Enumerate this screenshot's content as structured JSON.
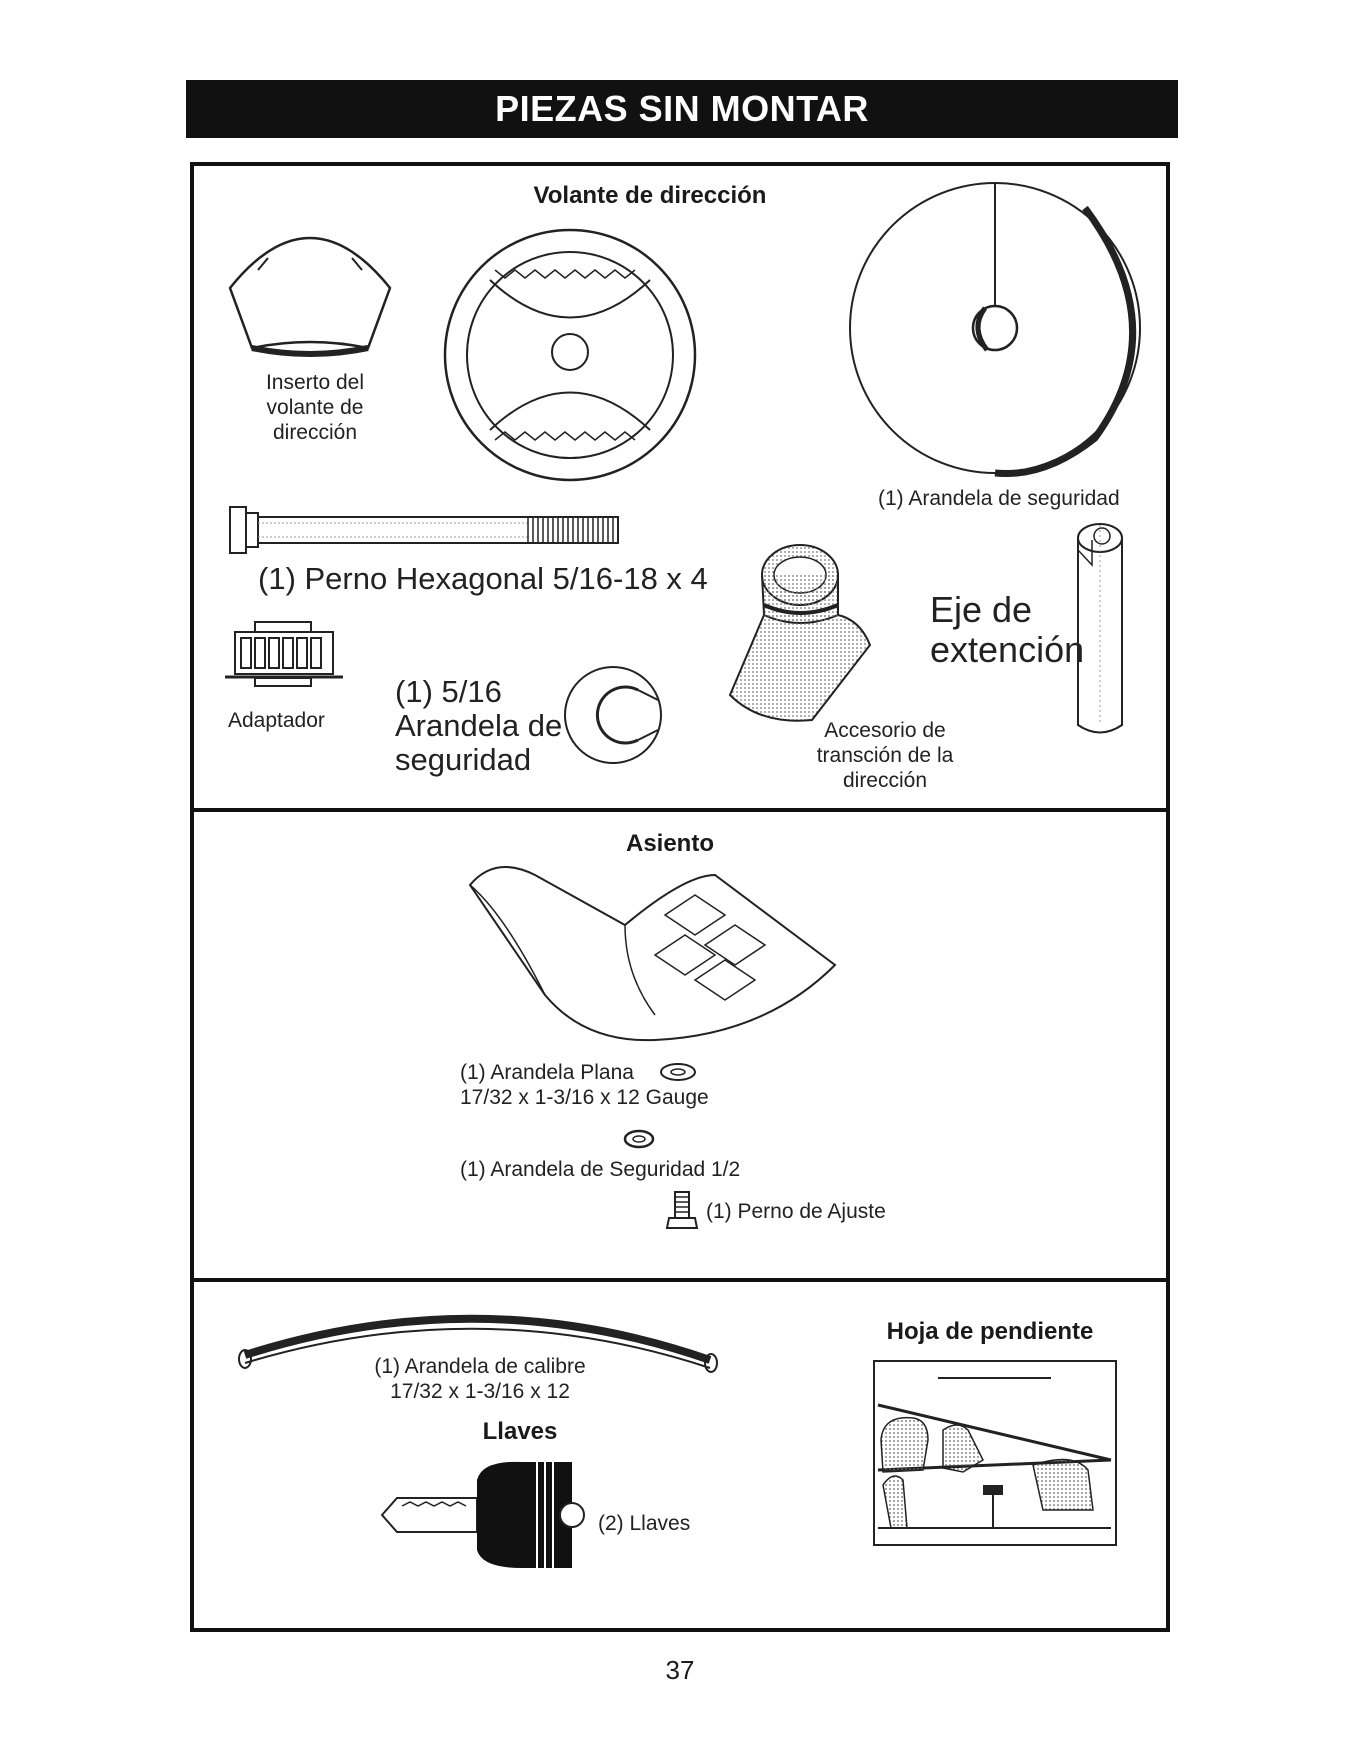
{
  "banner_title": "PIEZAS SIN MONTAR",
  "section1": {
    "title": "Volante de dirección",
    "insert_label": [
      "Inserto del",
      "volante de",
      "dirección"
    ],
    "washer_top_label": "(1) Arandela de seguridad",
    "bolt_label": "(1) Perno Hexagonal 5/16-18 x 4",
    "adapter_label": "Adaptador",
    "lock_washer_label": [
      "(1) 5/16",
      "Arandela de",
      "seguridad"
    ],
    "transition_label": [
      "Accesorio de",
      "transción de la",
      "dirección"
    ],
    "shaft_label": [
      "Eje de",
      "extención"
    ]
  },
  "section2": {
    "title": "Asiento",
    "flat_washer_label": [
      "(1) Arandela Plana",
      "17/32 x 1-3/16 x 12 Gauge"
    ],
    "lock_washer_label": "(1) Arandela de Seguridad 1/2",
    "bolt_label": "(1) Perno de Ajuste"
  },
  "section3": {
    "gauge_label": [
      "(1) Arandela de calibre",
      "17/32 x 1-3/16 x 12"
    ],
    "keys_title": "Llaves",
    "keys_label": "(2) Llaves",
    "slope_title": "Hoja de pendiente"
  },
  "page_number": "37"
}
